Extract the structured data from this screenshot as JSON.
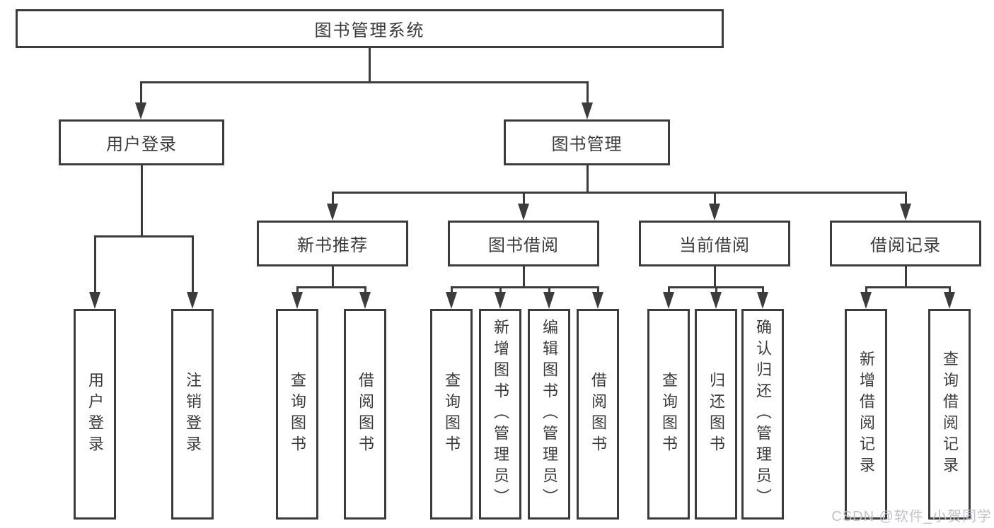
{
  "nodes": {
    "root": "图书管理系统",
    "user_login": "用户登录",
    "book_mgmt": "图书管理",
    "new_book_rec": "新书推荐",
    "book_borrow": "图书借阅",
    "current_borrow": "当前借阅",
    "borrow_records": "借阅记录",
    "leaf_user_login": "用户登录",
    "leaf_logout": "注销登录",
    "leaf_rec_query": "查询图书",
    "leaf_rec_borrow": "借阅图书",
    "leaf_bb_query": "查询图书",
    "leaf_bb_add": "新增图书（管理员）",
    "leaf_bb_edit": "编辑图书（管理员）",
    "leaf_bb_borrow": "借阅图书",
    "leaf_cb_query": "查询图书",
    "leaf_cb_return": "归还图书",
    "leaf_cb_confirm": "确认归还（管理员）",
    "leaf_br_add": "新增借阅记录",
    "leaf_br_query": "查询借阅记录"
  },
  "colors": {
    "line": "#3c3c3c",
    "text": "#3a3a3a",
    "background": "#ffffff",
    "watermark": "#bebec8"
  },
  "watermark": "CSDN @软件_小贺同学"
}
